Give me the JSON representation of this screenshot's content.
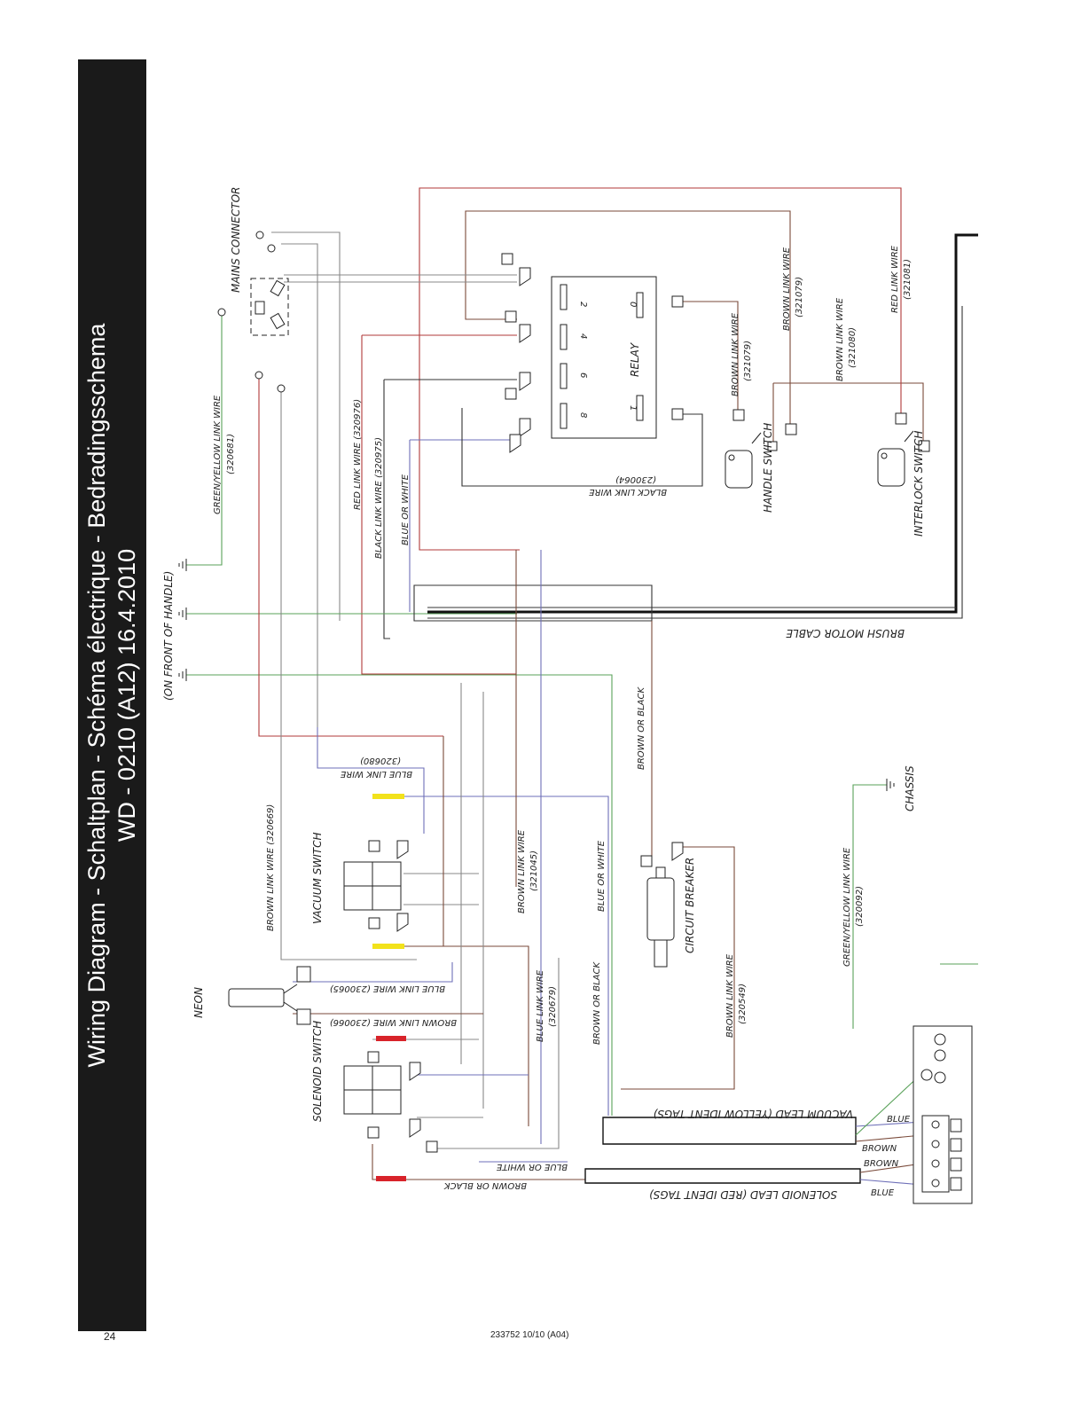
{
  "header": {
    "title_line1": "Wiring Diagram - Schaltplan - Schéma électrique - Bedradingsschema",
    "title_line2": "WD - 0210 (A12) 16.4.2010"
  },
  "footer": {
    "page_number": "24",
    "doc_code": "233752 10/10 (A04)"
  },
  "colors": {
    "red_wire": "#b03a3a",
    "blue_wire": "#6e6fb8",
    "green_wire": "#5aa25a",
    "brown_wire": "#7a4a3a",
    "black_wire": "#333333",
    "yellow_tag": "#f2e21b",
    "red_tag": "#d8232a"
  },
  "labels": {
    "mains_connector": "MAINS CONNECTOR",
    "green_yellow_link_wire": "GREEN/YELLOW LINK WIRE",
    "green_yellow_code": "(320681)",
    "on_front_of_handle": "(ON FRONT OF HANDLE)",
    "red_link_wire": "RED LINK WIRE (320976)",
    "black_link_wire": "BLACK LINK WIRE (320975)",
    "blue_or_white_1": "BLUE OR WHITE",
    "relay": "RELAY",
    "relay_pins": [
      "2",
      "4",
      "6",
      "8",
      "0",
      "1"
    ],
    "black_link_wire_relay": "BLACK LINK WIRE",
    "black_link_wire_relay_code": "(230064)",
    "brown_link_wire_1": "BROWN LINK WIRE",
    "brown_link_wire_1_code": "(321079)",
    "brown_link_wire_2": "BROWN LINK WIRE",
    "brown_link_wire_2_code": "(321079)",
    "brown_link_wire_3": "BROWN LINK WIRE",
    "brown_link_wire_3_code": "(321080)",
    "red_link_wire_2": "RED LINK WIRE",
    "red_link_wire_2_code": "(321081)",
    "handle_switch": "HANDLE SWITCH",
    "interlock_switch": "INTERLOCK SWITCH",
    "brush_motor_cable": "BRUSH MOTOR CABLE",
    "brown_or_black_1": "BROWN OR BLACK",
    "blue_link_wire_1": "BLUE LINK WIRE",
    "blue_link_wire_1_code": "(320680)",
    "brown_link_wire_4": "BROWN LINK WIRE (320669)",
    "vacuum_switch": "VACUUM SWITCH",
    "brown_link_wire_5": "BROWN LINK WIRE",
    "brown_link_wire_5_code": "(321045)",
    "blue_or_white_2": "BLUE OR WHITE",
    "circuit_breaker": "CIRCUIT BREAKER",
    "chassis": "CHASSIS",
    "green_yellow_link_wire_2": "GREEN/YELLOW LINK WIRE",
    "green_yellow_2_code": "(320092)",
    "neon": "NEON",
    "blue_link_wire_2": "BLUE LINK WIRE (230065)",
    "brown_link_wire_6": "BROWN LINK WIRE (230066)",
    "blue_link_wire_3": "BLUE LINK WIRE",
    "blue_link_wire_3_code": "(320679)",
    "brown_or_black_2": "BROWN OR BLACK",
    "brown_link_wire_7": "BROWN LINK WIRE",
    "brown_link_wire_7_code": "(320549)",
    "solenoid_switch": "SOLENOID SWITCH",
    "vacuum_lead": "VACUUM LEAD (YELLOW IDENT TAGS)",
    "solenoid_lead": "SOLENOID LEAD (RED IDENT TAGS)",
    "blue_or_white_3": "BLUE OR WHITE",
    "brown_or_black_3": "BROWN OR BLACK",
    "terminal_blue_1": "BLUE",
    "terminal_brown_1": "BROWN",
    "terminal_brown_2": "BROWN",
    "terminal_blue_2": "BLUE"
  }
}
